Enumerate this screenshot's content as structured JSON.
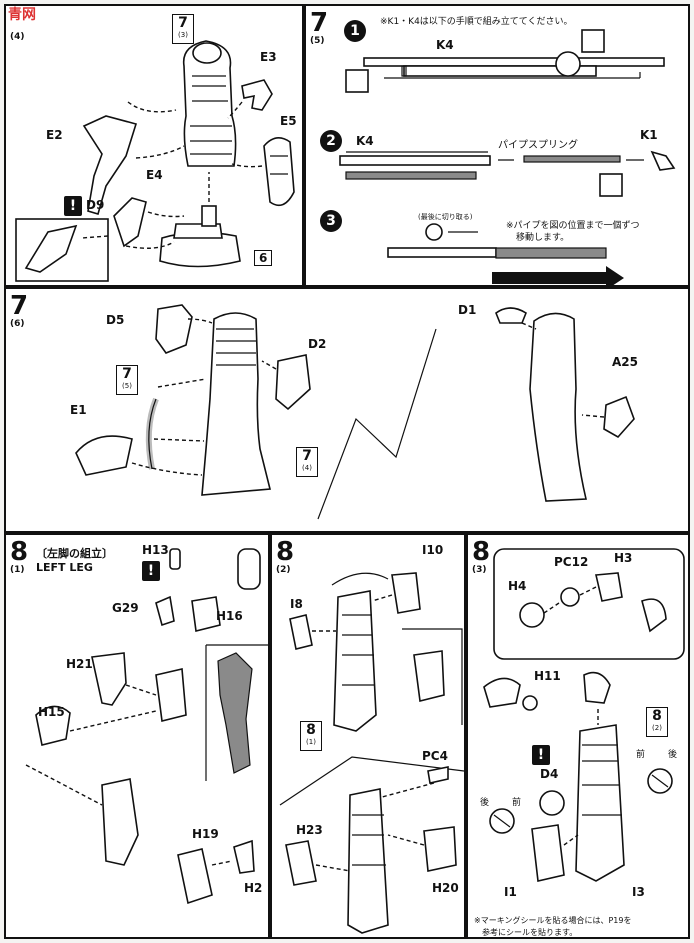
{
  "watermark": "青网",
  "top_left": {
    "step": "7",
    "sub": "(3)",
    "corner_sub": "(4)",
    "labels": [
      "E3",
      "E2",
      "E4",
      "E5",
      "D9",
      "6"
    ],
    "ref_step": "7",
    "ref_sub": "(3)"
  },
  "top_right": {
    "step": "7",
    "sub": "(5)",
    "note": "※K1・K4は以下の手順で組み立ててください。",
    "k4_label": "K4",
    "k4_label_2": "K4",
    "k1_label": "K1",
    "pipe_spring": "パイプスプリング",
    "cut_note": "(最後に切り取る)",
    "move_note_1": "※パイプを図の位置まで一個ずつ",
    "move_note_2": "移動します。"
  },
  "middle": {
    "step": "7",
    "sub": "(6)",
    "labels": [
      "D5",
      "D2",
      "E1",
      "D1",
      "A25"
    ],
    "ref_a": {
      "n": "7",
      "s": "(5)"
    },
    "ref_b": {
      "n": "7",
      "s": "(4)"
    }
  },
  "leg1": {
    "step": "8",
    "sub": "(1)",
    "title_jp": "〔左脚の組立〕",
    "title_en": "LEFT LEG",
    "labels": [
      "H13",
      "G29",
      "H16",
      "H21",
      "H15",
      "H19",
      "H2"
    ]
  },
  "leg2": {
    "step": "8",
    "sub": "(2)",
    "labels": [
      "I10",
      "I8",
      "PC4",
      "H23",
      "H20"
    ],
    "ref": {
      "n": "8",
      "s": "(1)"
    }
  },
  "leg3": {
    "step": "8",
    "sub": "(3)",
    "labels": [
      "PC12",
      "H3",
      "H4",
      "H11",
      "D4",
      "I1",
      "I3"
    ],
    "ref": {
      "n": "8",
      "s": "(2)"
    },
    "front": "前",
    "back": "後",
    "front_2": "前",
    "back_2": "後",
    "marking_note": "※マーキングシールを貼る場合には、P19を",
    "marking_note_2": "参考にシールを貼ります。"
  }
}
